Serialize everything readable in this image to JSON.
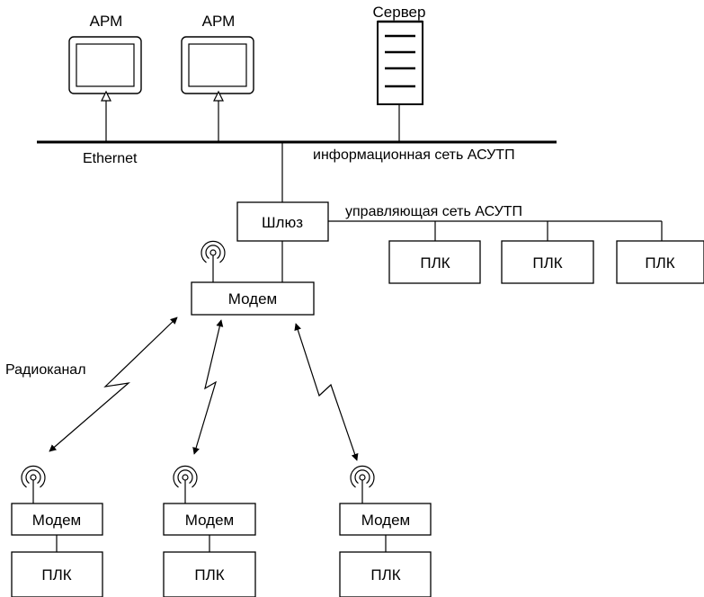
{
  "workstations": [
    {
      "label": "АРМ",
      "icon": "monitor-icon"
    },
    {
      "label": "АРМ",
      "icon": "monitor-icon"
    }
  ],
  "server": {
    "label": "Сервер",
    "icon": "server-icon"
  },
  "networks": {
    "ethernet": "Ethernet",
    "info_net": "информационная сеть АСУТП",
    "control_net": "управляющая сеть АСУТП",
    "radio": "Радиоканал"
  },
  "gateway": {
    "label": "Шлюз"
  },
  "central_modem": {
    "label": "Модем",
    "icon": "antenna-icon"
  },
  "control_plcs": [
    "ПЛК",
    "ПЛК",
    "ПЛК"
  ],
  "remote_nodes": [
    {
      "modem": "Модем",
      "plc": "ПЛК",
      "icon": "antenna-icon"
    },
    {
      "modem": "Модем",
      "plc": "ПЛК",
      "icon": "antenna-icon"
    },
    {
      "modem": "Модем",
      "plc": "ПЛК",
      "icon": "antenna-icon"
    }
  ]
}
